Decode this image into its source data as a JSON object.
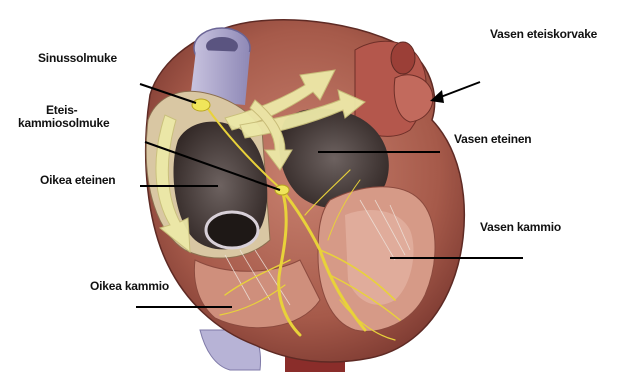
{
  "labels": {
    "sinus_node": "Sinussolmuke",
    "av_node_line1": "Eteis-",
    "av_node_line2": "kammiosolmuke",
    "right_atrium": "Oikea eteinen",
    "right_ventricle": "Oikea kammio",
    "left_auricle": "Vasen eteiskorvake",
    "left_atrium": "Vasen eteinen",
    "left_ventricle": "Vasen kammio"
  },
  "colors": {
    "conduction": "#e8d23a",
    "arrow": "#e9e6a6",
    "muscle": "#b86d5c",
    "chamber_wall": "#d89a86",
    "aorta": "#a9a5c8"
  }
}
